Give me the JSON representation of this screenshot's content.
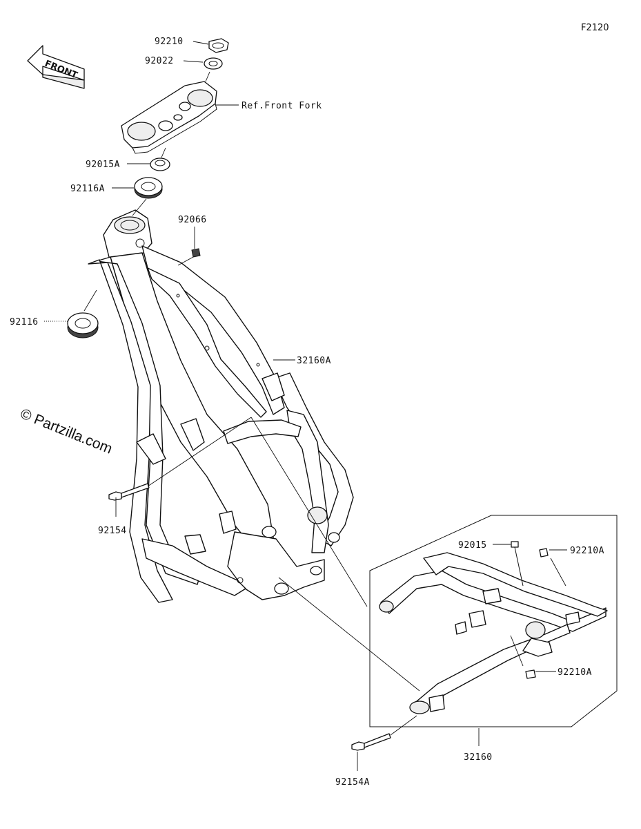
{
  "figure_code": "F2120",
  "watermark": "© Partzilla.com",
  "front_arrow_label": "FRONT",
  "callouts": [
    {
      "id": "c-92210",
      "text": "92210"
    },
    {
      "id": "c-92022",
      "text": "92022"
    },
    {
      "id": "c-ref-front-fork",
      "text": "Ref.Front Fork"
    },
    {
      "id": "c-92015A",
      "text": "92015A"
    },
    {
      "id": "c-92116A",
      "text": "92116A"
    },
    {
      "id": "c-92066",
      "text": "92066"
    },
    {
      "id": "c-92116",
      "text": "92116"
    },
    {
      "id": "c-32160A",
      "text": "32160A"
    },
    {
      "id": "c-92154",
      "text": "92154"
    },
    {
      "id": "c-92015",
      "text": "92015"
    },
    {
      "id": "c-92210A-top",
      "text": "92210A"
    },
    {
      "id": "c-92210A-bottom",
      "text": "92210A"
    },
    {
      "id": "c-32160",
      "text": "32160"
    },
    {
      "id": "c-92154A",
      "text": "92154A"
    }
  ]
}
